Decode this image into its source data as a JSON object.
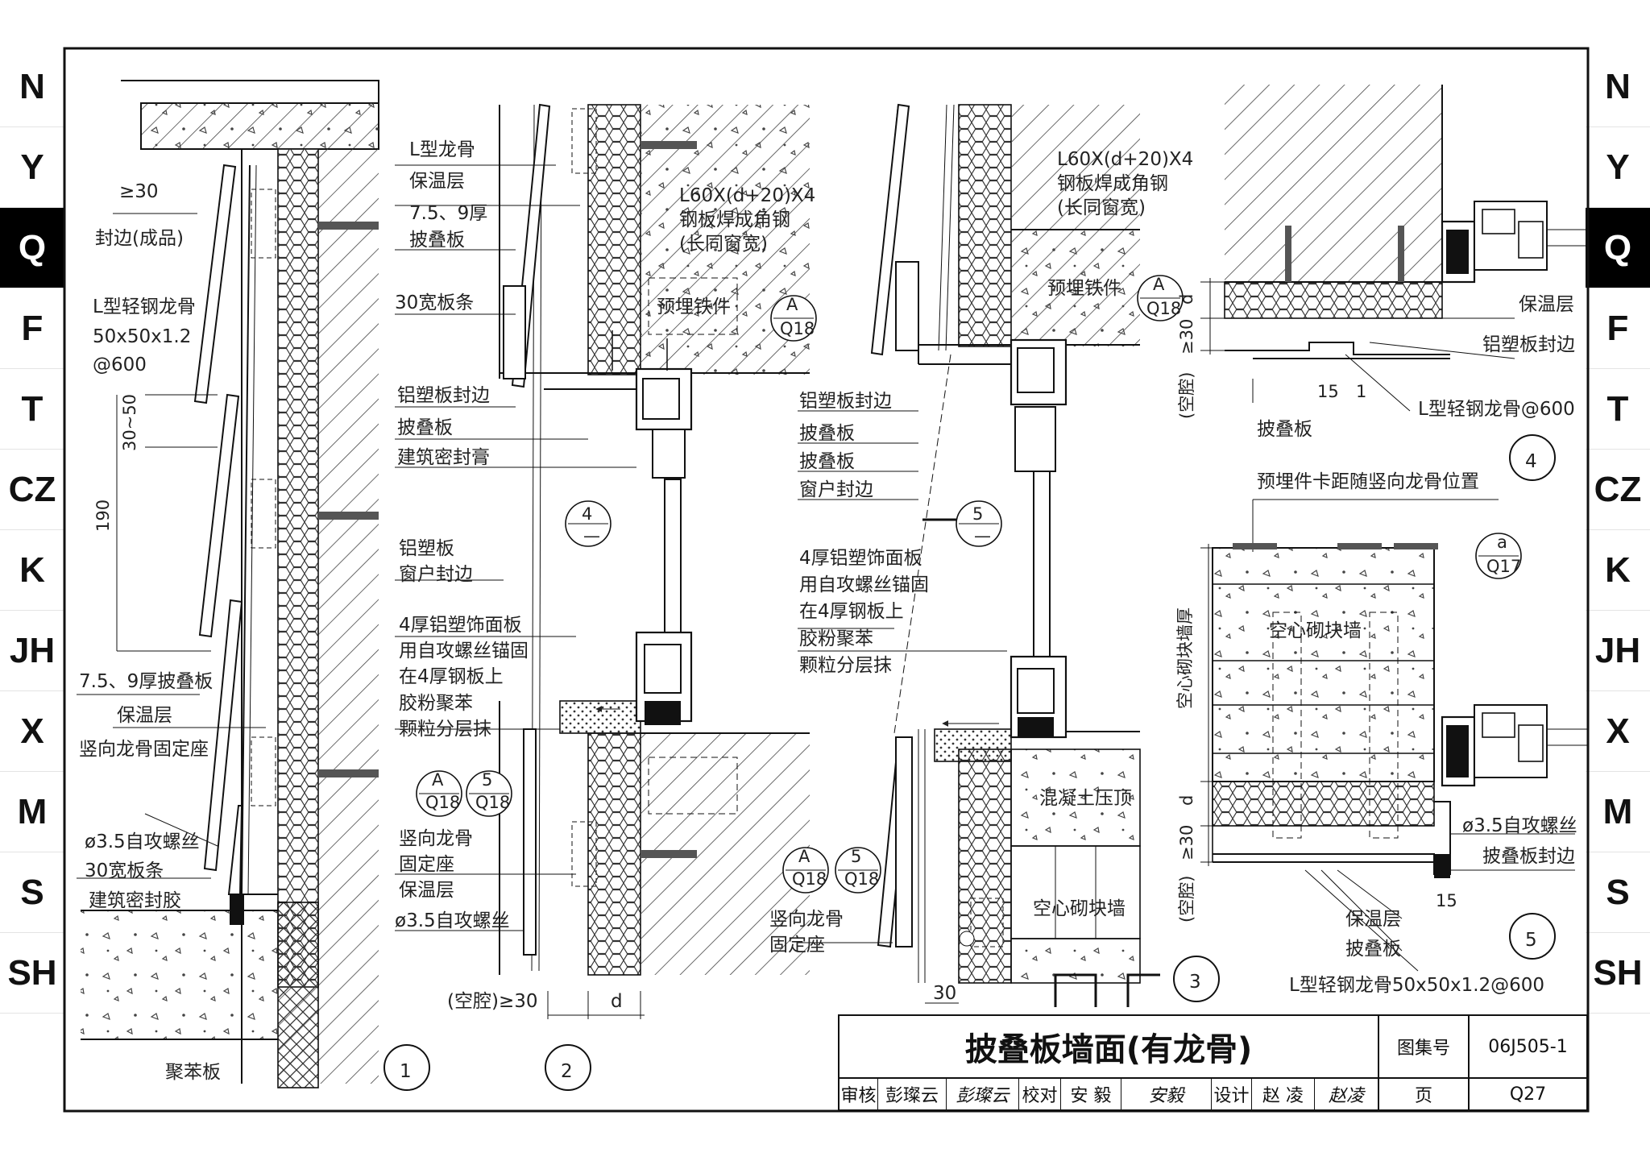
{
  "side_tabs": [
    "N",
    "Y",
    "Q",
    "F",
    "T",
    "CZ",
    "K",
    "JH",
    "X",
    "M",
    "S",
    "SH"
  ],
  "active_tab": "Q",
  "labels": {
    "d1_ge30": "≥30",
    "d1_fengbian": "封边(成品)",
    "d1_lgang_1": "L型轻钢龙骨",
    "d1_lgang_2": "50x50x1.2",
    "d1_lgang_3": "@600",
    "d1_30_50": "30~50",
    "d1_190": "190",
    "d1_pidie": "7.5、9厚披叠板",
    "d1_baowen": "保温层",
    "d1_gudingzuo": "竖向龙骨固定座",
    "d1_luosi": "ø3.5自攻螺丝",
    "d1_bantiao": "30宽板条",
    "d1_mifeng": "建筑密封胶",
    "d1_jubenban": "聚苯板",
    "d2_lgugu": "L型龙骨",
    "d2_baowen": "保温层",
    "d2_hou_1": "7.5、9厚",
    "d2_hou_2": "披叠板",
    "d2_bantiao": "30宽板条",
    "d2_jiaogang_1": "L60X(d+20)X4",
    "d2_jiaogang_2": "钢板焊成角钢",
    "d2_jiaogang_3": "(长同窗宽)",
    "d2_yumai": "预埋铁件",
    "d2_lvsu": "铝塑板封边",
    "d2_pidie": "披叠板",
    "d2_mifenggao": "建筑密封膏",
    "d2_lvsuban": "铝塑板",
    "d2_chuang": "窗户封边",
    "d2_mianban_1": "4厚铝塑饰面板",
    "d2_mianban_2": "用自攻螺丝锚固",
    "d2_mianban_3": "在4厚钢板上",
    "d2_jiaofen_1": "胶粉聚苯",
    "d2_jiaofen_2": "颗粒分层抹",
    "d2_shuxiang_1": "竖向龙骨",
    "d2_shuxiang_2": "固定座",
    "d2_baowen2": "保温层",
    "d2_luosi": "ø3.5自攻螺丝",
    "d2_kongqiang": "(空腔)≥30",
    "d2_d": "d",
    "d3_jiaogang_1": "L60X(d+20)X4",
    "d3_jiaogang_2": "钢板焊成角钢",
    "d3_jiaogang_3": "(长同窗宽)",
    "d3_yumai": "预埋铁件",
    "d3_lvsu": "铝塑板封边",
    "d3_pidie1": "披叠板",
    "d3_pidie2": "披叠板",
    "d3_chuang": "窗户封边",
    "d3_mianban_1": "4厚铝塑饰面板",
    "d3_mianban_2": "用自攻螺丝锚固",
    "d3_mianban_3": "在4厚钢板上",
    "d3_jiaofen_1": "胶粉聚苯",
    "d3_jiaofen_2": "颗粒分层抹",
    "d3_yading": "混凝土压顶",
    "d3_qikuai": "空心砌块墙",
    "d3_shuxiang_1": "竖向龙骨",
    "d3_shuxiang_2": "固定座",
    "d3_30": "30",
    "d4_baowen": "保温层",
    "d4_fengbian": "铝塑板封边",
    "d4_d": "d",
    "d4_ge30": "≥30",
    "d4_kongqiang": "(空腔)",
    "d4_15": "15",
    "d4_1": "1",
    "d4_lgang": "L型轻钢龙骨@600",
    "d4_pidie": "披叠板",
    "d5_yumai": "预埋件卡距随竖向龙骨位置",
    "d5_qianghou": "空心砌块墙厚",
    "d5_qikuai": "空心砌块墙",
    "d5_d": "d",
    "d5_ge30": "≥30",
    "d5_kongqiang": "(空腔)",
    "d5_luosi": "ø3.5自攻螺丝",
    "d5_fengbian": "披叠板封边",
    "d5_15": "15",
    "d5_baowen": "保温层",
    "d5_pidie": "披叠板",
    "d5_lgang": "L型轻钢龙骨50x50x1.2@600",
    "ref_A": "A",
    "ref_5": "5",
    "ref_4": "4",
    "ref_a": "a",
    "ref_Q18": "Q18",
    "ref_Q17": "Q17",
    "ref_dash": "—",
    "detail_1": "1",
    "detail_2": "2",
    "detail_3": "3",
    "detail_4": "4",
    "detail_5": "5"
  },
  "title_block": {
    "title": "披叠板墙面(有龙骨)",
    "atlas_label": "图集号",
    "atlas_no": "06J505-1",
    "review_label": "审核",
    "reviewer": "彭璨云",
    "review_sig": "彭璨云",
    "check_label": "校对",
    "checker": "安 毅",
    "check_sig": "安毅",
    "design_label": "设计",
    "designer": "赵 凌",
    "design_sig": "赵凌",
    "page_label": "页",
    "page_no": "Q27"
  }
}
